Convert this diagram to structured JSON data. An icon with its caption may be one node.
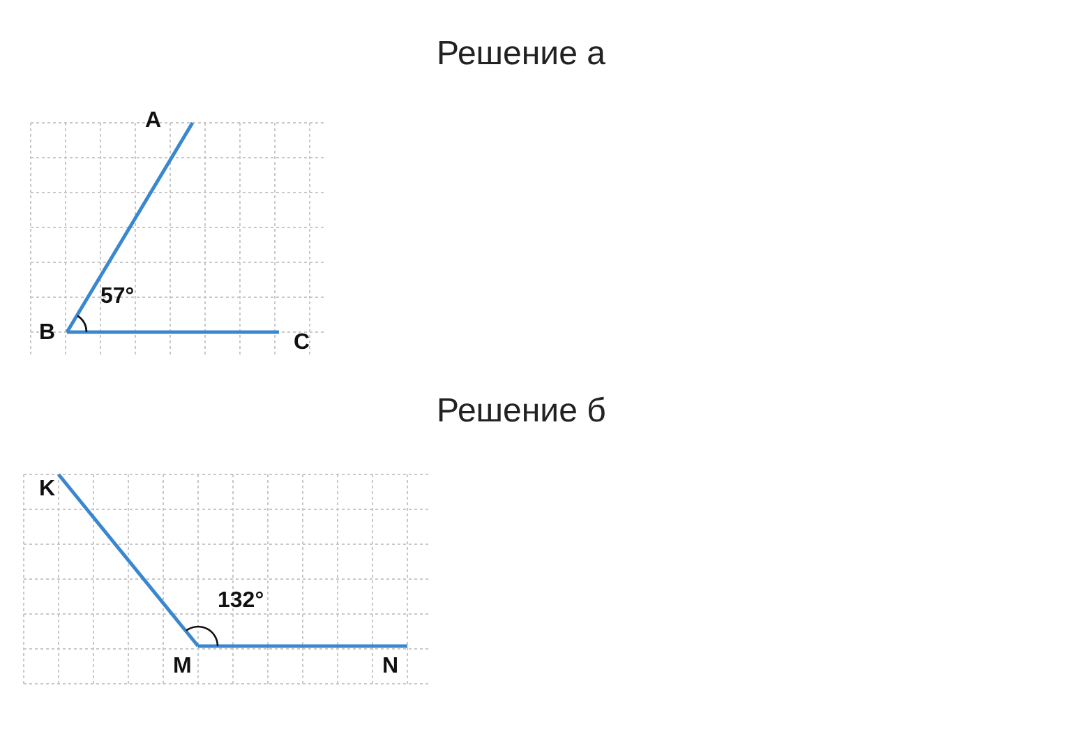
{
  "diagram": {
    "nodes": [
      {
        "text": [
          "A"
        ]
      },
      {
        "text": [
          "B"
        ]
      },
      {
        "text": [
          "C"
        ]
      },
      {
        "text": [
          "K"
        ]
      },
      {
        "text": [
          "M"
        ]
      },
      {
        "text": [
          "N"
        ]
      }
    ],
    "edges": [
      {
        "from": 1,
        "to": 0,
        "arrow": "none"
      },
      {
        "from": 1,
        "to": 2,
        "arrow": "none"
      },
      {
        "from": 4,
        "to": 3,
        "arrow": "none"
      },
      {
        "from": 4,
        "to": 5,
        "arrow": "none"
      }
    ],
    "labels": [
      "Решение а",
      "57°",
      "Решение б",
      "132°"
    ]
  }
}
